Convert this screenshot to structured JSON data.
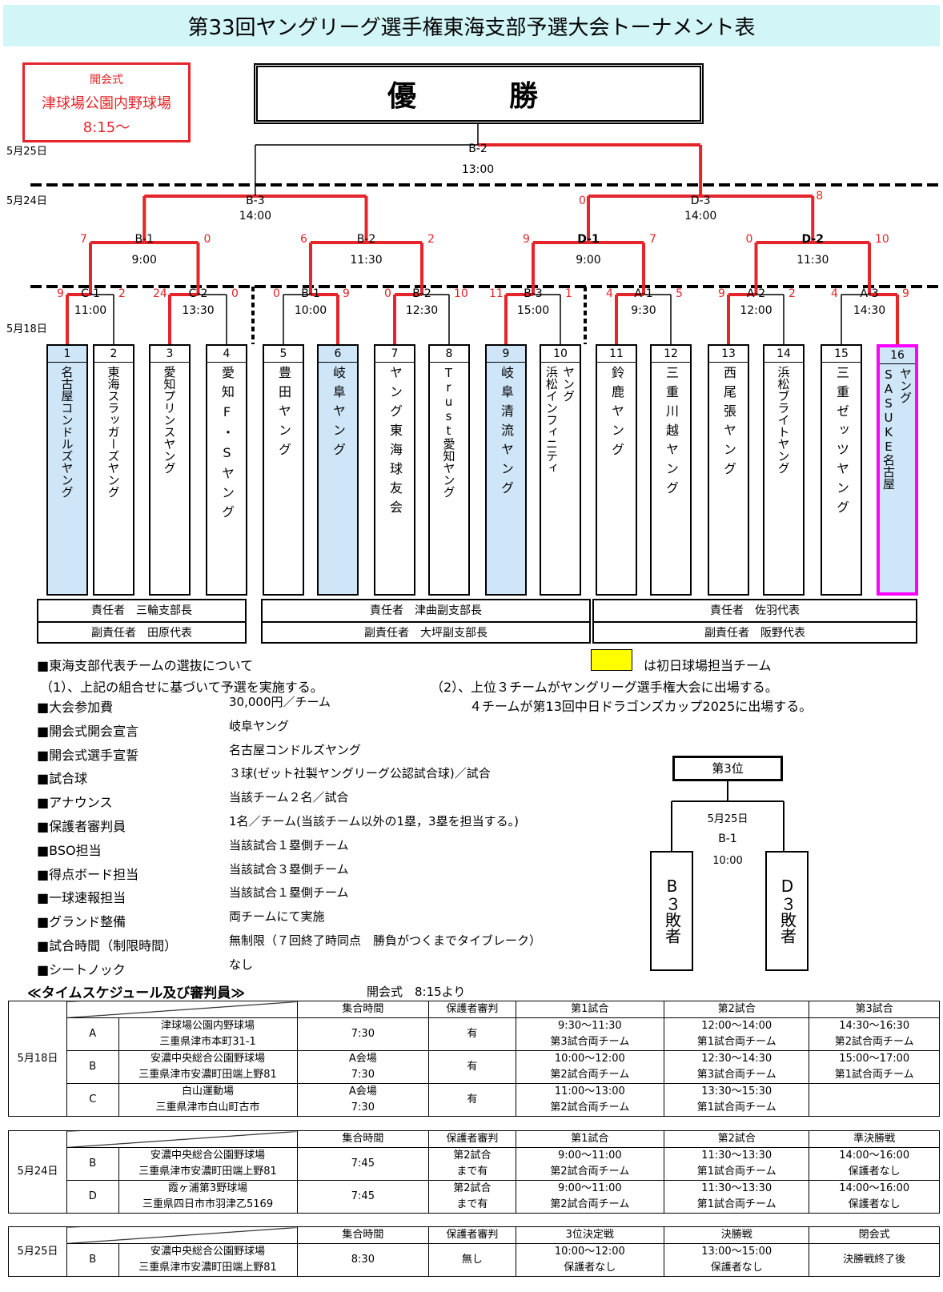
{
  "title": "第33回ヤングリーグ選手権東海支部予選大会トーナメント表",
  "opening": {
    "label": "開会式",
    "venue": "津球場公園内野球場",
    "time": "8:15〜"
  },
  "champion_label": "優　勝",
  "dates": {
    "final": "5月25日",
    "semi": "5月24日",
    "first": "5月18日"
  },
  "final": {
    "code": "B-2",
    "time": "13:00"
  },
  "semis": [
    {
      "code": "B-3",
      "time": "14:00",
      "left": "",
      "right": ""
    },
    {
      "code": "D-3",
      "time": "14:00",
      "left": "0",
      "right": "8"
    }
  ],
  "qf": [
    {
      "code": "B-1",
      "time": "9:00",
      "left": "7",
      "right": "0"
    },
    {
      "code": "B-2",
      "time": "11:30",
      "left": "6",
      "right": "2"
    },
    {
      "code": "D-1",
      "time": "9:00",
      "left": "9",
      "right": "7"
    },
    {
      "code": "D-2",
      "time": "11:30",
      "left": "0",
      "right": "10"
    }
  ],
  "r1": [
    {
      "code": "C-1",
      "time": "11:00",
      "left": "9",
      "right": "2"
    },
    {
      "code": "C-2",
      "time": "13:30",
      "left": "24",
      "right": "0"
    },
    {
      "code": "B-1",
      "time": "10:00",
      "left": "0",
      "right": "9"
    },
    {
      "code": "B-2",
      "time": "12:30",
      "left": "0",
      "right": "10"
    },
    {
      "code": "B-3",
      "time": "15:00",
      "left": "11",
      "right": "1"
    },
    {
      "code": "A-1",
      "time": "9:30",
      "left": "4",
      "right": "5"
    },
    {
      "code": "A-2",
      "time": "12:00",
      "left": "9",
      "right": "2"
    },
    {
      "code": "A-3",
      "time": "14:30",
      "left": "4",
      "right": "9"
    }
  ],
  "teams": [
    {
      "num": "1",
      "name": "名古屋コンドルズヤング"
    },
    {
      "num": "2",
      "name": "東海スラッガーズヤング"
    },
    {
      "num": "3",
      "name": "愛知プリンスヤング"
    },
    {
      "num": "4",
      "name": "愛知F・Sヤング"
    },
    {
      "num": "5",
      "name": "豊田ヤング"
    },
    {
      "num": "6",
      "name": "岐阜ヤング"
    },
    {
      "num": "7",
      "name": "ヤング東海球友会"
    },
    {
      "num": "8",
      "name": "Trust愛知ヤング"
    },
    {
      "num": "9",
      "name": "岐阜清流ヤング"
    },
    {
      "num": "10",
      "name": "浜松インフィニティ",
      "name2": "ヤング"
    },
    {
      "num": "11",
      "name": "鈴鹿ヤング"
    },
    {
      "num": "12",
      "name": "三重川越ヤング"
    },
    {
      "num": "13",
      "name": "西尾張ヤング"
    },
    {
      "num": "14",
      "name": "浜松ブライトヤング"
    },
    {
      "num": "15",
      "name": "三重ゼッツヤング"
    },
    {
      "num": "16",
      "name": "SASUKE名古屋",
      "name2": "ヤング"
    }
  ],
  "responsible": [
    {
      "resp": "責任者　三輪支部長",
      "sub": "副責任者　田原代表"
    },
    {
      "resp": "責任者　津曲副支部長",
      "sub": "副責任者　大坪副支部長"
    },
    {
      "resp": "責任者　佐羽代表",
      "sub": "副責任者　阪野代表"
    }
  ],
  "legend": "は初日球場担当チーム",
  "info": {
    "heading": "■東海支部代表チームの選抜について",
    "note1": "（1）、上記の組合せに基づいて予選を実施する。",
    "note2": "（2）、上位３チームがヤングリーグ選手権大会に出場する。",
    "note3": "４チームが第13回中日ドラゴンズカップ2025に出場する。",
    "rows": [
      {
        "k": "■大会参加費",
        "v": "30,000円／チーム"
      },
      {
        "k": "■開会式開会宣言",
        "v": "岐阜ヤング"
      },
      {
        "k": "■開会式選手宣誓",
        "v": "名古屋コンドルズヤング"
      },
      {
        "k": "■試合球",
        "v": "３球(ゼット社製ヤングリーグ公認試合球)／試合"
      },
      {
        "k": "■アナウンス",
        "v": "当該チーム２名／試合"
      },
      {
        "k": "■保護者審判員",
        "v": "1名／チーム(当該チーム以外の1塁，3塁を担当する。)"
      },
      {
        "k": "■BSO担当",
        "v": "当該試合１塁側チーム"
      },
      {
        "k": "■得点ボード担当",
        "v": "当該試合３塁側チーム"
      },
      {
        "k": "■一球速報担当",
        "v": "当該試合１塁側チーム"
      },
      {
        "k": "■グランド整備",
        "v": "両チームにて実施"
      },
      {
        "k": "■試合時間（制限時間）",
        "v": "無制限（７回終了時同点　勝負がつくまでタイブレーク）"
      },
      {
        "k": "■シートノック",
        "v": "なし"
      }
    ]
  },
  "third": {
    "label": "第3位",
    "date": "5月25日",
    "code": "B-1",
    "time": "10:00",
    "left": "B３敗者",
    "right": "D３敗者"
  },
  "schedule_title": "≪タイムスケジュール及び審判員≫",
  "schedule_opening": "開会式　8:15より",
  "t1": {
    "date": "5月18日",
    "headers": [
      "集合時間",
      "保護者審判",
      "第1試合",
      "第2試合",
      "第3試合"
    ],
    "rows": [
      {
        "id": "A",
        "v1": "津球場公園内野球場",
        "v2": "三重県津市本町31-1",
        "gather": "7:30",
        "gather2": "",
        "ump": "有",
        "ump2": "",
        "g1a": "9:30〜11:30",
        "g1b": "第3試合両チーム",
        "g2a": "12:00〜14:00",
        "g2b": "第1試合両チーム",
        "g3a": "14:30〜16:30",
        "g3b": "第2試合両チーム"
      },
      {
        "id": "B",
        "v1": "安濃中央総合公園野球場",
        "v2": "三重県津市安濃町田端上野81",
        "gather": "A会場",
        "gather2": "7:30",
        "ump": "有",
        "ump2": "",
        "g1a": "10:00〜12:00",
        "g1b": "第2試合両チーム",
        "g2a": "12:30〜14:30",
        "g2b": "第3試合両チーム",
        "g3a": "15:00〜17:00",
        "g3b": "第1試合両チーム"
      },
      {
        "id": "C",
        "v1": "白山運動場",
        "v2": "三重県津市白山町古市",
        "gather": "A会場",
        "gather2": "7:30",
        "ump": "有",
        "ump2": "",
        "g1a": "11:00〜13:00",
        "g1b": "第2試合両チーム",
        "g2a": "13:30〜15:30",
        "g2b": "第1試合両チーム",
        "g3a": "",
        "g3b": ""
      }
    ]
  },
  "t2": {
    "date": "5月24日",
    "headers": [
      "集合時間",
      "保護者審判",
      "第1試合",
      "第2試合",
      "準決勝戦"
    ],
    "rows": [
      {
        "id": "B",
        "v1": "安濃中央総合公園野球場",
        "v2": "三重県津市安濃町田端上野81",
        "gather": "7:45",
        "gather2": "",
        "ump": "第2試合",
        "ump2": "まで有",
        "g1a": "9:00〜11:00",
        "g1b": "第2試合両チーム",
        "g2a": "11:30〜13:30",
        "g2b": "第1試合両チーム",
        "g3a": "14:00〜16:00",
        "g3b": "保護者なし"
      },
      {
        "id": "D",
        "v1": "霞ヶ浦第3野球場",
        "v2": "三重県四日市市羽津乙5169",
        "gather": "7:45",
        "gather2": "",
        "ump": "第2試合",
        "ump2": "まで有",
        "g1a": "9:00〜11:00",
        "g1b": "第2試合両チーム",
        "g2a": "11:30〜13:30",
        "g2b": "第1試合両チーム",
        "g3a": "14:00〜16:00",
        "g3b": "保護者なし"
      }
    ]
  },
  "t3": {
    "date": "5月25日",
    "headers": [
      "集合時間",
      "保護者審判",
      "3位決定戦",
      "決勝戦",
      "閉会式"
    ],
    "rows": [
      {
        "id": "B",
        "v1": "安濃中央総合公園野球場",
        "v2": "三重県津市安濃町田端上野81",
        "gather": "8:30",
        "ump": "無し",
        "g1a": "10:00〜12:00",
        "g1b": "保護者なし",
        "g2a": "13:00〜15:00",
        "g2b": "保護者なし",
        "g3": "決勝戦終了後"
      }
    ]
  },
  "colors": {
    "win_line": "#e4252a",
    "highlight": "#cfe6f8",
    "legend_yellow": "#ffff00",
    "title_bg": "#d2f5f7",
    "magenta": "#ff00ff"
  }
}
